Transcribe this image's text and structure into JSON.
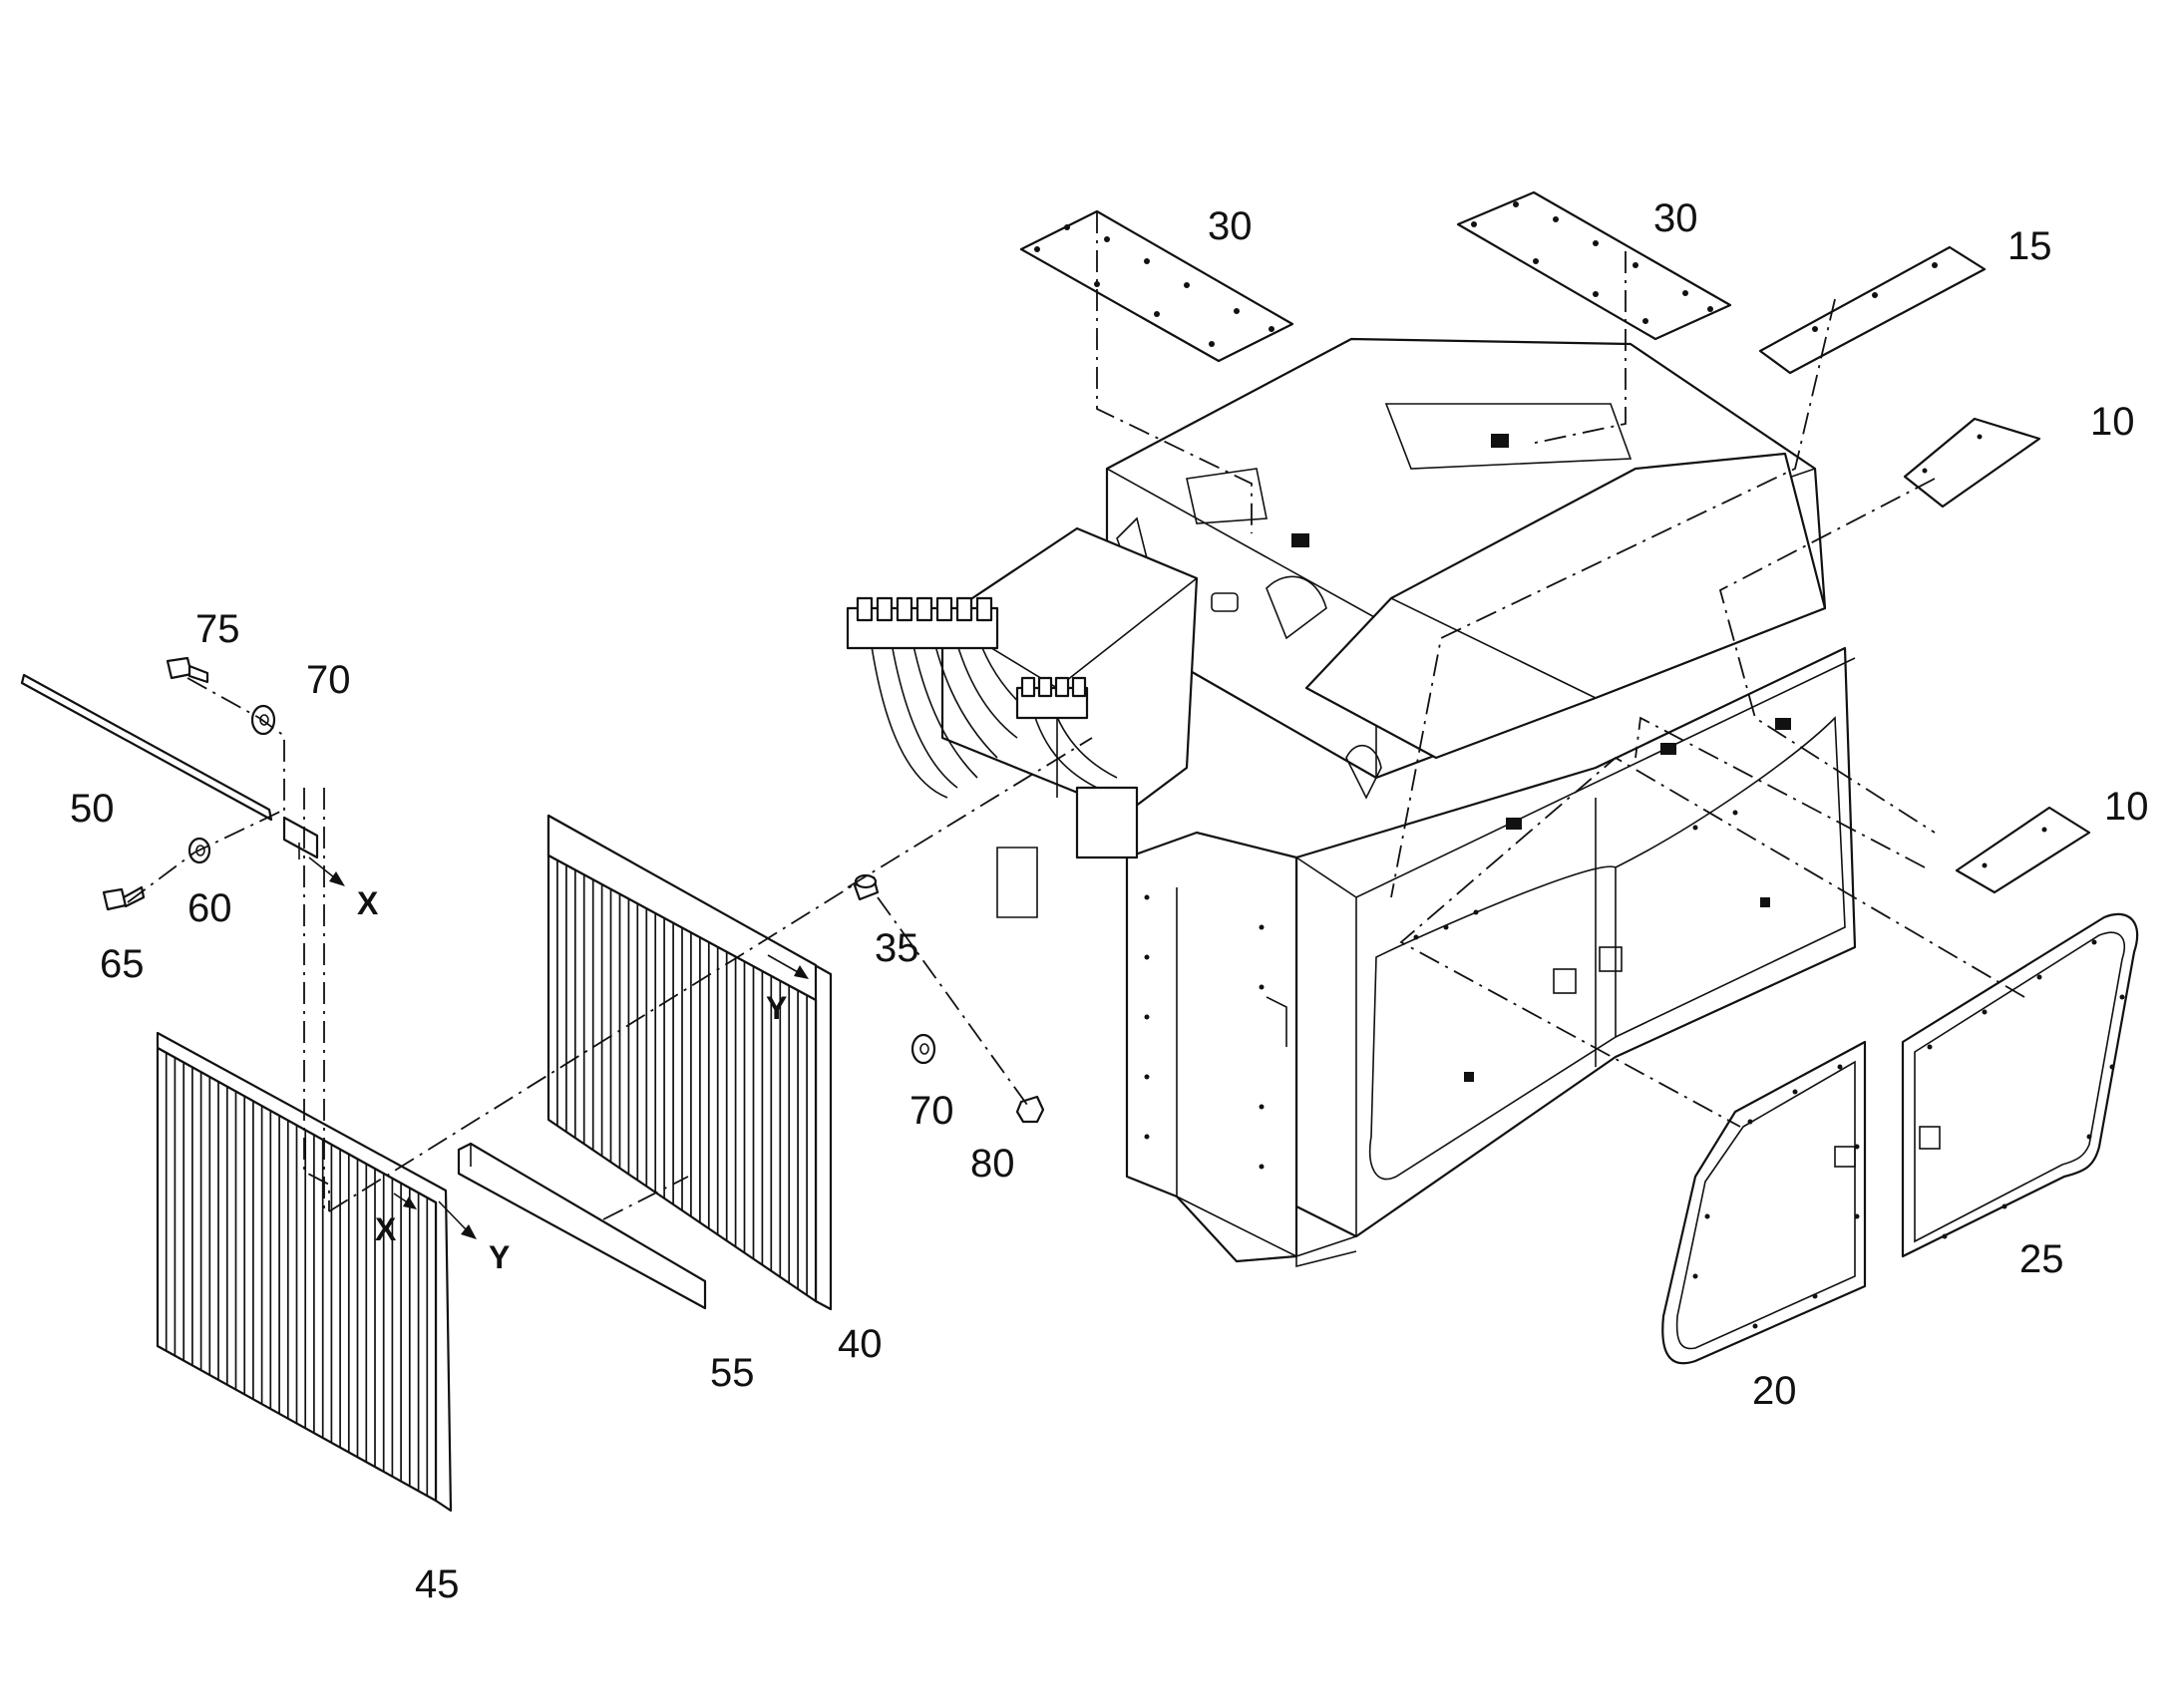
{
  "callouts": {
    "c10_top": "10",
    "c10_bottom": "10",
    "c15": "15",
    "c20": "20",
    "c25": "25",
    "c30_left": "30",
    "c30_right": "30",
    "c35": "35",
    "c40": "40",
    "c45": "45",
    "c50": "50",
    "c55": "55",
    "c60": "60",
    "c65": "65",
    "c70_top": "70",
    "c70_bottom": "70",
    "c75": "75",
    "c80": "80"
  },
  "axis_labels": {
    "x_upper": "X",
    "x_lower": "X",
    "y_right": "Y",
    "y_lower": "Y"
  },
  "icons": [
    "bolt-icon",
    "washer-icon",
    "nut-icon",
    "standoff-icon",
    "arrow-icon"
  ]
}
